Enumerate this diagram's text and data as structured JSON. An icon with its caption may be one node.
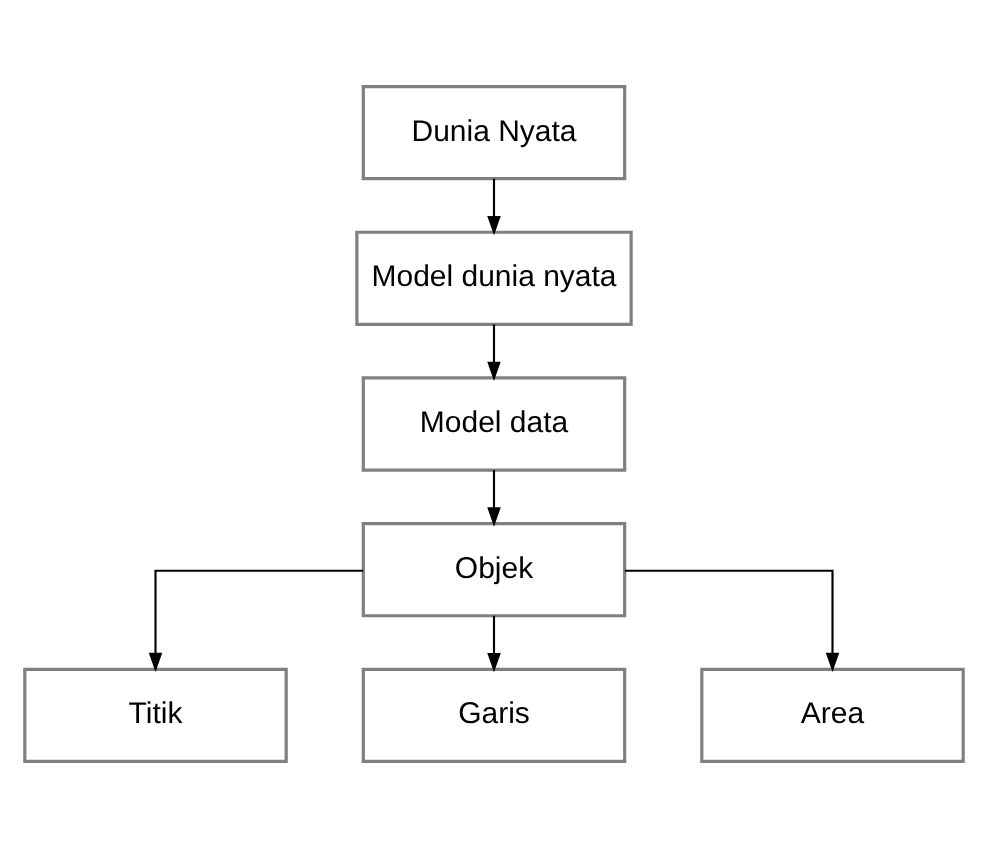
{
  "diagram": {
    "nodes": [
      {
        "text": [
          "Dunia Nyata"
        ]
      },
      {
        "text": [
          "Model dunia nyata"
        ]
      },
      {
        "text": [
          "Model data"
        ]
      },
      {
        "text": [
          "Objek"
        ]
      },
      {
        "text": [
          "Titik"
        ]
      },
      {
        "text": [
          "Garis"
        ]
      },
      {
        "text": [
          "Area"
        ]
      }
    ],
    "edges": [
      {
        "from": 0,
        "to": 1,
        "arrow": "to"
      },
      {
        "from": 1,
        "to": 2,
        "arrow": "to"
      },
      {
        "from": 2,
        "to": 3,
        "arrow": "to"
      },
      {
        "from": 3,
        "to": 4,
        "arrow": "to"
      },
      {
        "from": 3,
        "to": 5,
        "arrow": "to"
      },
      {
        "from": 3,
        "to": 6,
        "arrow": "to"
      }
    ]
  }
}
